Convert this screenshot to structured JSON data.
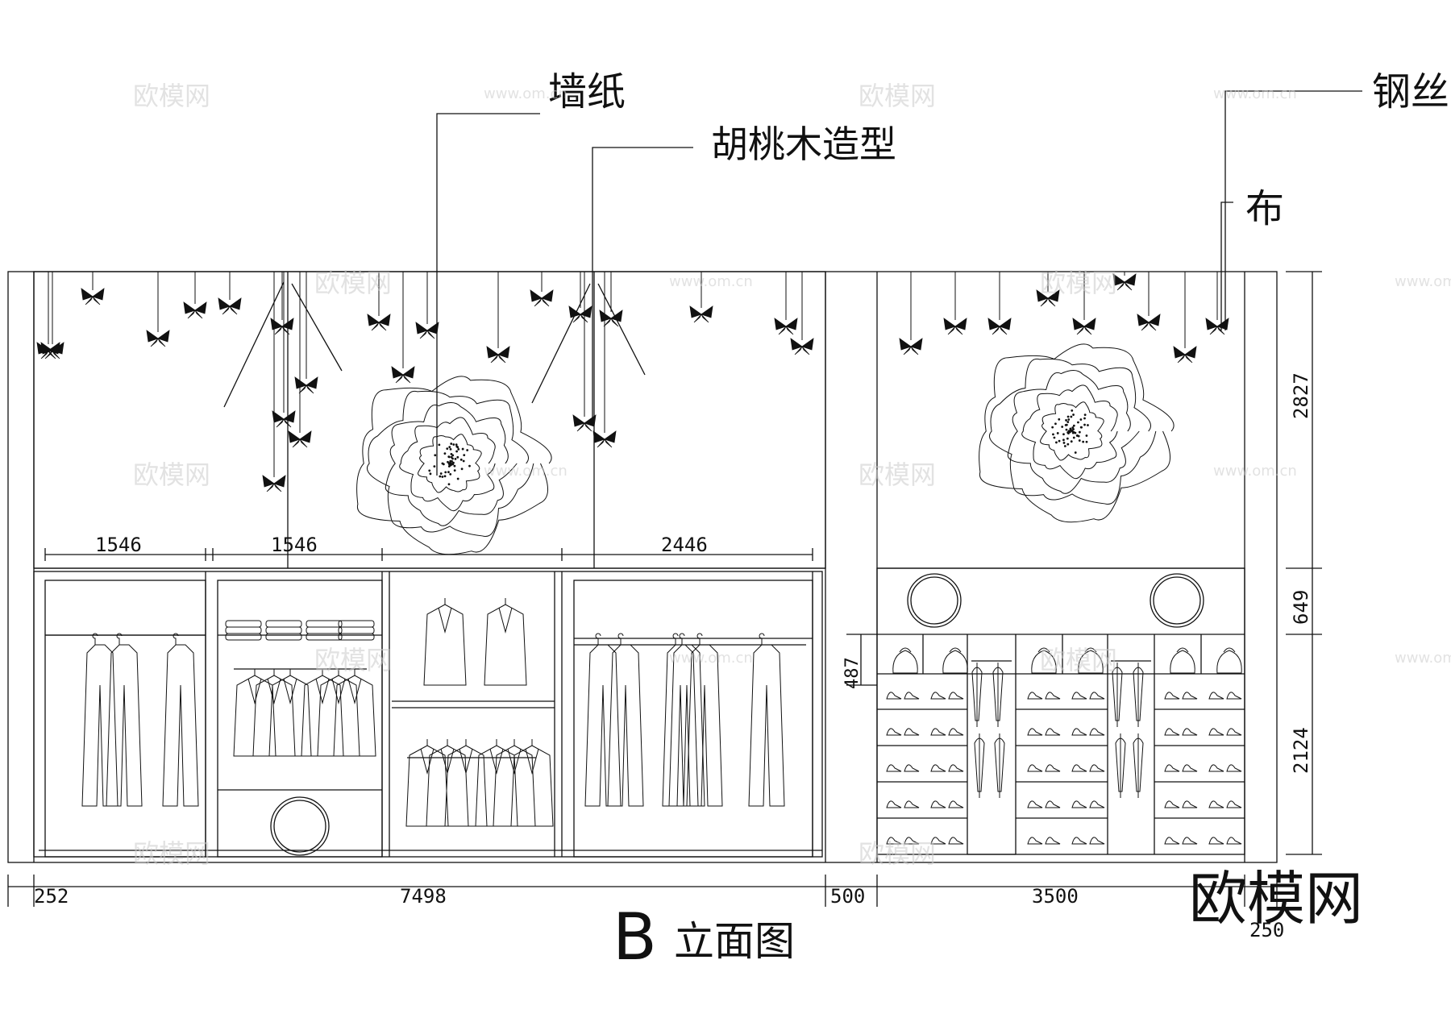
{
  "labels": {
    "wallpaper": "墙纸",
    "walnut": "胡桃木造型",
    "steel_wire": "钢丝",
    "cloth": "布"
  },
  "title": {
    "letter": "B",
    "text": "立面图"
  },
  "dimensions": {
    "bottom": [
      "252",
      "7498",
      "500",
      "3500",
      "250"
    ],
    "top_segments": [
      "1546",
      "1546",
      "2446"
    ],
    "right": [
      "2827",
      "649",
      "2124"
    ],
    "inner": "487"
  },
  "watermark": {
    "logo": "欧模网",
    "url": "www.om.cn"
  }
}
